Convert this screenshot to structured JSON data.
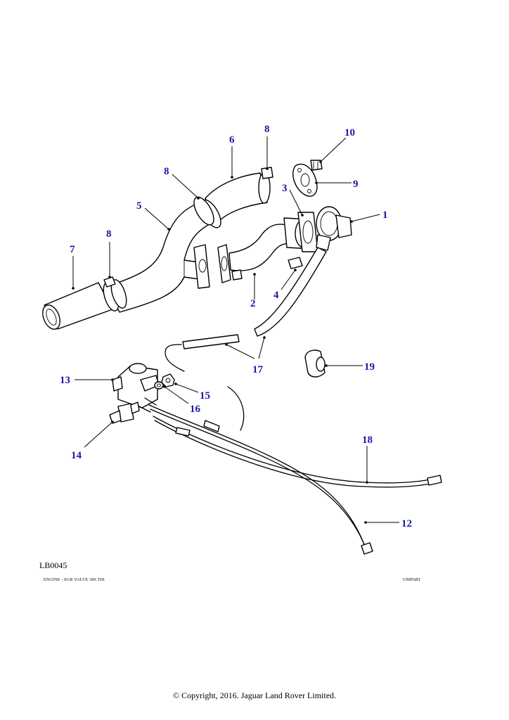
{
  "diagram": {
    "callout_color": "#1a1aa8",
    "reference_code": "LB0045",
    "footer_title": "ENGINE - EGR VALVE 300.TDI",
    "footer_brand": "UNIPART",
    "copyright": "© Copyright, 2016. Jaguar Land Rover Limited."
  },
  "callouts": [
    {
      "id": "c1",
      "label": "1"
    },
    {
      "id": "c2",
      "label": "2"
    },
    {
      "id": "c3",
      "label": "3"
    },
    {
      "id": "c4",
      "label": "4"
    },
    {
      "id": "c5",
      "label": "5"
    },
    {
      "id": "c6",
      "label": "6"
    },
    {
      "id": "c7",
      "label": "7"
    },
    {
      "id": "c8a",
      "label": "8"
    },
    {
      "id": "c8b",
      "label": "8"
    },
    {
      "id": "c8c",
      "label": "8"
    },
    {
      "id": "c9",
      "label": "9"
    },
    {
      "id": "c10",
      "label": "10"
    },
    {
      "id": "c12",
      "label": "12"
    },
    {
      "id": "c13",
      "label": "13"
    },
    {
      "id": "c14",
      "label": "14"
    },
    {
      "id": "c15",
      "label": "15"
    },
    {
      "id": "c16",
      "label": "16"
    },
    {
      "id": "c17",
      "label": "17"
    },
    {
      "id": "c18",
      "label": "18"
    },
    {
      "id": "c19",
      "label": "19"
    }
  ]
}
